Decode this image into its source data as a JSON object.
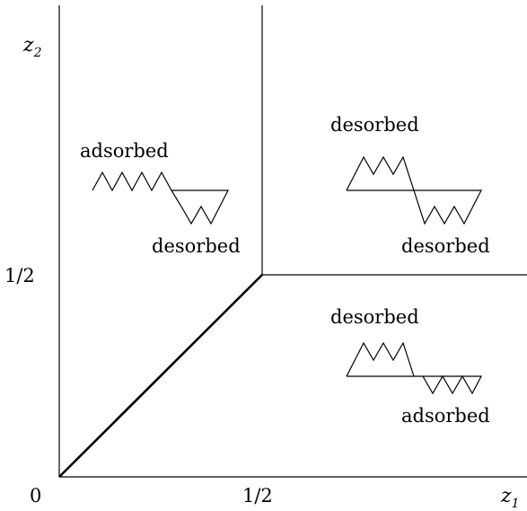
{
  "axes": {
    "x_label": "z",
    "x_label_sub": "1",
    "y_label": "z",
    "y_label_sub": "2",
    "origin": "0",
    "x_half": "1/2",
    "y_half": "1/2"
  },
  "regions": {
    "upper_left": {
      "top_label": "adsorbed",
      "bottom_label": "desorbed"
    },
    "upper_right": {
      "top_label": "desorbed",
      "bottom_label": "desorbed"
    },
    "lower_right": {
      "top_label": "desorbed",
      "bottom_label": "adsorbed"
    }
  }
}
